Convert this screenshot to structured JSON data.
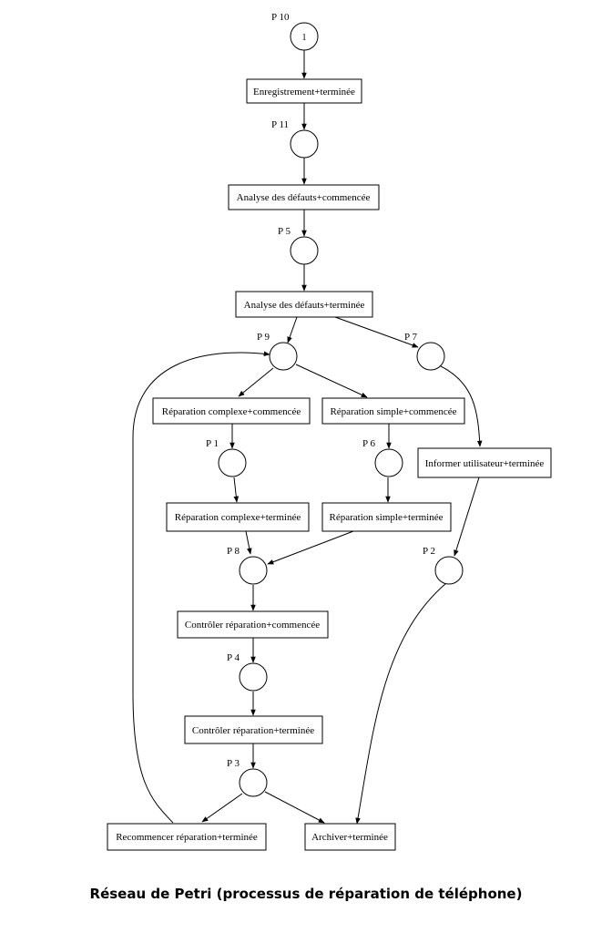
{
  "caption": "Réseau de Petri (processus de réparation de téléphone)",
  "places": {
    "p10": {
      "label": "P 10",
      "tokens": "1"
    },
    "p11": {
      "label": "P 11"
    },
    "p5": {
      "label": "P 5"
    },
    "p9": {
      "label": "P 9"
    },
    "p7": {
      "label": "P 7"
    },
    "p1": {
      "label": "P 1"
    },
    "p6": {
      "label": "P 6"
    },
    "p8": {
      "label": "P 8"
    },
    "p2": {
      "label": "P 2"
    },
    "p4": {
      "label": "P 4"
    },
    "p3": {
      "label": "P 3"
    }
  },
  "transitions": {
    "enregistrement_terminee": "Enregistrement+terminée",
    "analyse_commencee": "Analyse des défauts+commencée",
    "analyse_terminee": "Analyse des défauts+terminée",
    "rep_complexe_commencee": "Réparation complexe+commencée",
    "rep_simple_commencee": "Réparation simple+commencée",
    "informer_terminee": "Informer utilisateur+terminée",
    "rep_complexe_terminee": "Réparation complexe+terminée",
    "rep_simple_terminee": "Réparation simple+terminée",
    "controler_commencee": "Contrôler réparation+commencée",
    "controler_terminee": "Contrôler réparation+terminée",
    "recommencer_terminee": "Recommencer réparation+terminée",
    "archiver_terminee": "Archiver+terminée"
  }
}
